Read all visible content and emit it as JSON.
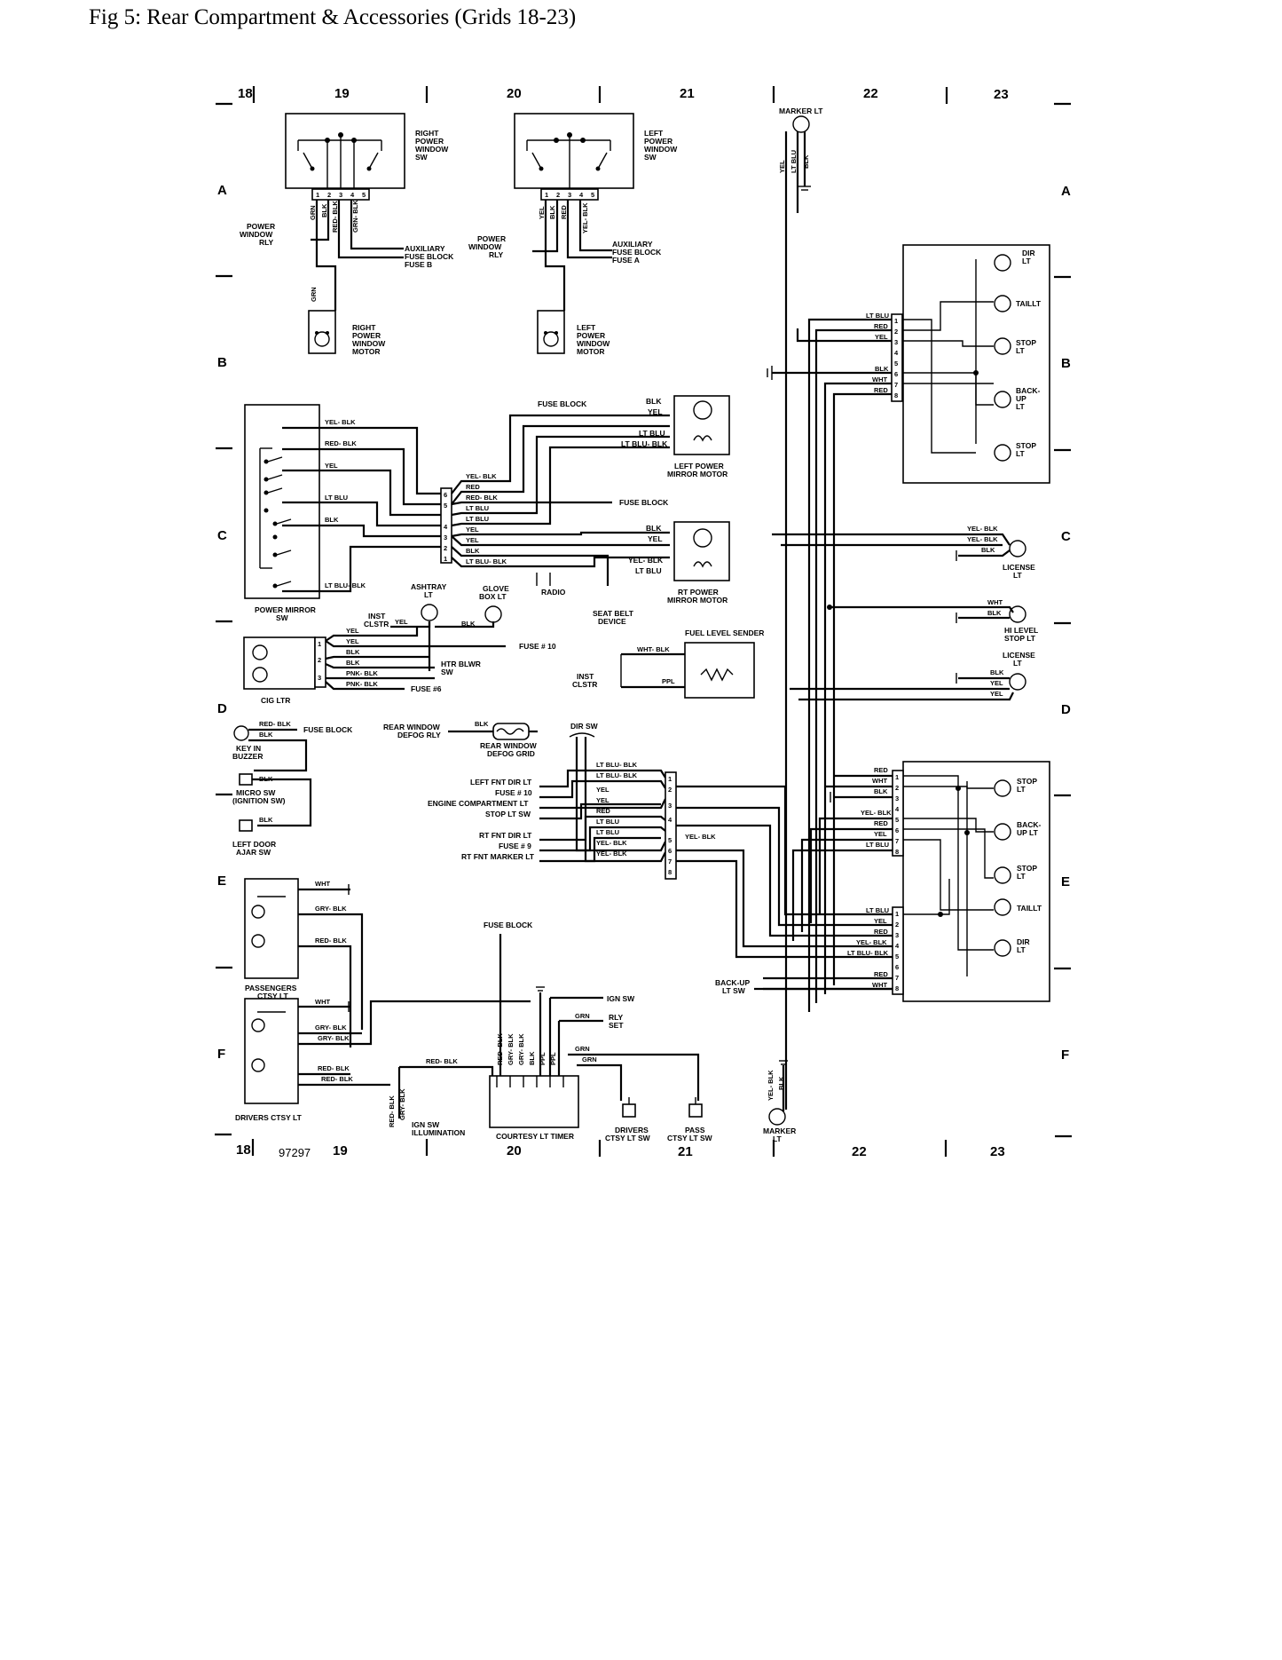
{
  "caption": "Fig 5: Rear Compartment & Accessories (Grids 18-23)",
  "grid": {
    "columns_top": [
      "18",
      "19",
      "20",
      "21",
      "22",
      "23"
    ],
    "columns_bottom": [
      "18",
      "19",
      "20",
      "21",
      "22",
      "23"
    ],
    "rows_left": [
      "A",
      "B",
      "C",
      "D",
      "E",
      "F"
    ],
    "rows_right": [
      "A",
      "B",
      "C",
      "D",
      "E",
      "F"
    ],
    "figure_number": "97297"
  },
  "window": {
    "right_sw": [
      "RIGHT",
      "POWER",
      "WINDOW",
      "SW"
    ],
    "left_sw": [
      "LEFT",
      "POWER",
      "WINDOW",
      "SW"
    ],
    "pins": [
      "1",
      "2",
      "3",
      "4",
      "5"
    ],
    "right_wires": [
      "GRN",
      "BLK",
      "RED- BLK",
      "GRN- BLK"
    ],
    "left_wires": [
      "YEL",
      "BLK",
      "RED",
      "YEL- BLK"
    ],
    "power_window_rly": [
      "POWER",
      "WINDOW",
      "RLY"
    ],
    "aux_fuse_b": [
      "AUXILIARY",
      "FUSE BLOCK",
      "FUSE B"
    ],
    "aux_fuse_a": [
      "AUXILIARY",
      "FUSE BLOCK",
      "FUSE A"
    ],
    "grn": "GRN",
    "right_motor": [
      "RIGHT",
      "POWER",
      "WINDOW",
      "MOTOR"
    ],
    "left_motor": [
      "LEFT",
      "POWER",
      "WINDOW",
      "MOTOR"
    ]
  },
  "mirror": {
    "switch_label": [
      "POWER MIRROR",
      "SW"
    ],
    "switch_wires": [
      "YEL- BLK",
      "RED- BLK",
      "YEL",
      "LT BLU",
      "BLK",
      "LT BLU- BLK"
    ],
    "conn_pins": [
      "6",
      "5",
      "4",
      "3",
      "2",
      "1"
    ],
    "conn_wires": [
      "YEL- BLK",
      "RED",
      "RED- BLK",
      "LT BLU",
      "LT BLU",
      "YEL",
      "YEL",
      "BLK",
      "LT BLU- BLK"
    ],
    "fuse_block": "FUSE BLOCK",
    "fuse_block_2": "FUSE BLOCK",
    "radio": "RADIO",
    "left_motor_wires": [
      "BLK",
      "YEL",
      "LT BLU",
      "LT BLU- BLK"
    ],
    "left_motor": [
      "LEFT POWER",
      "MIRROR MOTOR"
    ],
    "rt_motor_wires": [
      "BLK",
      "YEL",
      "YEL- BLK",
      "LT BLU"
    ],
    "rt_motor": [
      "RT POWER",
      "MIRROR MOTOR"
    ]
  },
  "cig": {
    "ashtray": [
      "ASHTRAY",
      "LT"
    ],
    "glove_box": [
      "GLOVE",
      "BOX LT"
    ],
    "inst_clstr": [
      "INST",
      "CLSTR"
    ],
    "yel": "YEL",
    "blk": "BLK",
    "wires": [
      "YEL",
      "YEL",
      "BLK",
      "BLK",
      "PNK- BLK",
      "PNK- BLK"
    ],
    "pins": [
      "1",
      "2",
      "3"
    ],
    "fuse10": "FUSE # 10",
    "htr_blwr": [
      "HTR BLWR",
      "SW"
    ],
    "fuse6": "FUSE #6",
    "cig_ltr": "CIG LTR",
    "seat_belt": [
      "SEAT BELT",
      "DEVICE"
    ]
  },
  "fuel": {
    "sender": "FUEL LEVEL SENDER",
    "wht_blk": "WHT- BLK",
    "ppl": "PPL",
    "inst_clstr": [
      "INST",
      "CLSTR"
    ]
  },
  "buzzer": {
    "red_blk": "RED- BLK",
    "blk": "BLK",
    "fuse_block": "FUSE BLOCK",
    "key_in": [
      "KEY IN",
      "BUZZER"
    ],
    "micro_blk": "BLK",
    "micro_sw": [
      "MICRO SW",
      "(IGNITION SW)"
    ],
    "door_blk": "BLK",
    "door_sw": [
      "LEFT DOOR",
      "AJAR SW"
    ]
  },
  "defog": {
    "relay": [
      "REAR WINDOW",
      "DEFOG RLY"
    ],
    "blk": "BLK",
    "grid": [
      "REAR WINDOW",
      "DEFOG GRID"
    ]
  },
  "dir_sw": {
    "title": "DIR SW",
    "left_labels": [
      "LEFT FNT DIR LT",
      "FUSE # 10",
      "ENGINE COMPARTMENT LT",
      "STOP LT SW",
      "RT FNT DIR LT",
      "FUSE # 9",
      "RT FNT MARKER LT"
    ],
    "wires": [
      "LT BLU- BLK",
      "LT BLU- BLK",
      "YEL",
      "YEL",
      "RED",
      "LT BLU",
      "LT BLU",
      "YEL- BLK",
      "YEL- BLK"
    ],
    "pins": [
      "1",
      "2",
      "3",
      "4",
      "5",
      "6",
      "7",
      "8"
    ],
    "out_wire": "YEL- BLK"
  },
  "marker_top": {
    "label": "MARKER LT",
    "wires": [
      "YEL",
      "LT BLU",
      "BLK"
    ]
  },
  "left_lamps": {
    "conn_wires": [
      "LT BLU",
      "RED",
      "YEL",
      "BLK",
      "WHT",
      "RED"
    ],
    "pins": [
      "1",
      "2",
      "3",
      "4",
      "5",
      "6",
      "7",
      "8"
    ],
    "lamps": [
      [
        "DIR",
        "LT"
      ],
      [
        "TAILLT"
      ],
      [
        "STOP",
        "LT"
      ],
      [
        "BACK-",
        "UP",
        "LT"
      ],
      [
        "STOP",
        "LT"
      ]
    ]
  },
  "license": {
    "wires": [
      "YEL- BLK",
      "YEL- BLK",
      "BLK"
    ],
    "label": [
      "LICENSE",
      "LT"
    ]
  },
  "hi_stop": {
    "wht": "WHT",
    "blk": "BLK",
    "label": [
      "HI LEVEL",
      "STOP LT"
    ]
  },
  "license2": {
    "label": [
      "LICENSE",
      "LT"
    ],
    "wires": [
      "BLK",
      "YEL",
      "YEL"
    ]
  },
  "right_lamps": {
    "wires_a": [
      "RED",
      "WHT",
      "BLK",
      "",
      "YEL- BLK",
      "RED",
      "YEL",
      "LT BLU"
    ],
    "pins_a": [
      "1",
      "2",
      "3",
      "4",
      "5",
      "6",
      "7",
      "8"
    ],
    "wires_b": [
      "LT BLU",
      "YEL",
      "RED",
      "YEL- BLK",
      "LT BLU- BLK",
      "",
      "RED",
      "WHT"
    ],
    "pins_b": [
      "1",
      "2",
      "3",
      "4",
      "5",
      "6",
      "7",
      "8"
    ],
    "lamps": [
      [
        "STOP",
        "LT"
      ],
      [
        "BACK-",
        "UP LT"
      ],
      [
        "STOP",
        "LT"
      ],
      [
        "TAILLT"
      ],
      [
        "DIR",
        "LT"
      ]
    ]
  },
  "backup_sw": [
    "BACK-UP",
    "LT SW"
  ],
  "ctsy": {
    "wht": "WHT",
    "gry_blk": "GRY- BLK",
    "red_blk": "RED- BLK",
    "passengers": [
      "PASSENGERS",
      "CTSY LT"
    ],
    "wht2": "WHT",
    "gry_blk2": "GRY- BLK",
    "gry_blk3": "GRY- BLK",
    "red_blk2": "RED- BLK",
    "red_blk3": "RED- BLK",
    "drivers": "DRIVERS CTSY LT"
  },
  "timer": {
    "fuse_block": "FUSE BLOCK",
    "ign_sw": "IGN SW",
    "grn": "GRN",
    "rly_set": [
      "RLY",
      "SET"
    ],
    "red_blk": "RED- BLK",
    "vert_wires": [
      "RED- BLK",
      "GRY- BLK",
      "GRY- BLK",
      "BLK",
      "PPL",
      "PPL"
    ],
    "grn2": "GRN",
    "grn3": "GRN",
    "label": "COURTESY LT TIMER",
    "ign_illum": [
      "IGN SW",
      "ILLUMINATION"
    ],
    "left_vert": [
      "RED- BLK",
      "GRY- BLK"
    ],
    "drivers_sw": [
      "DRIVERS",
      "CTSY LT SW"
    ],
    "pass_sw": [
      "PASS",
      "CTSY LT SW"
    ]
  },
  "marker_bottom": {
    "wires": [
      "YEL- BLK",
      "BLK"
    ],
    "label": [
      "MARKER",
      "LT"
    ]
  }
}
